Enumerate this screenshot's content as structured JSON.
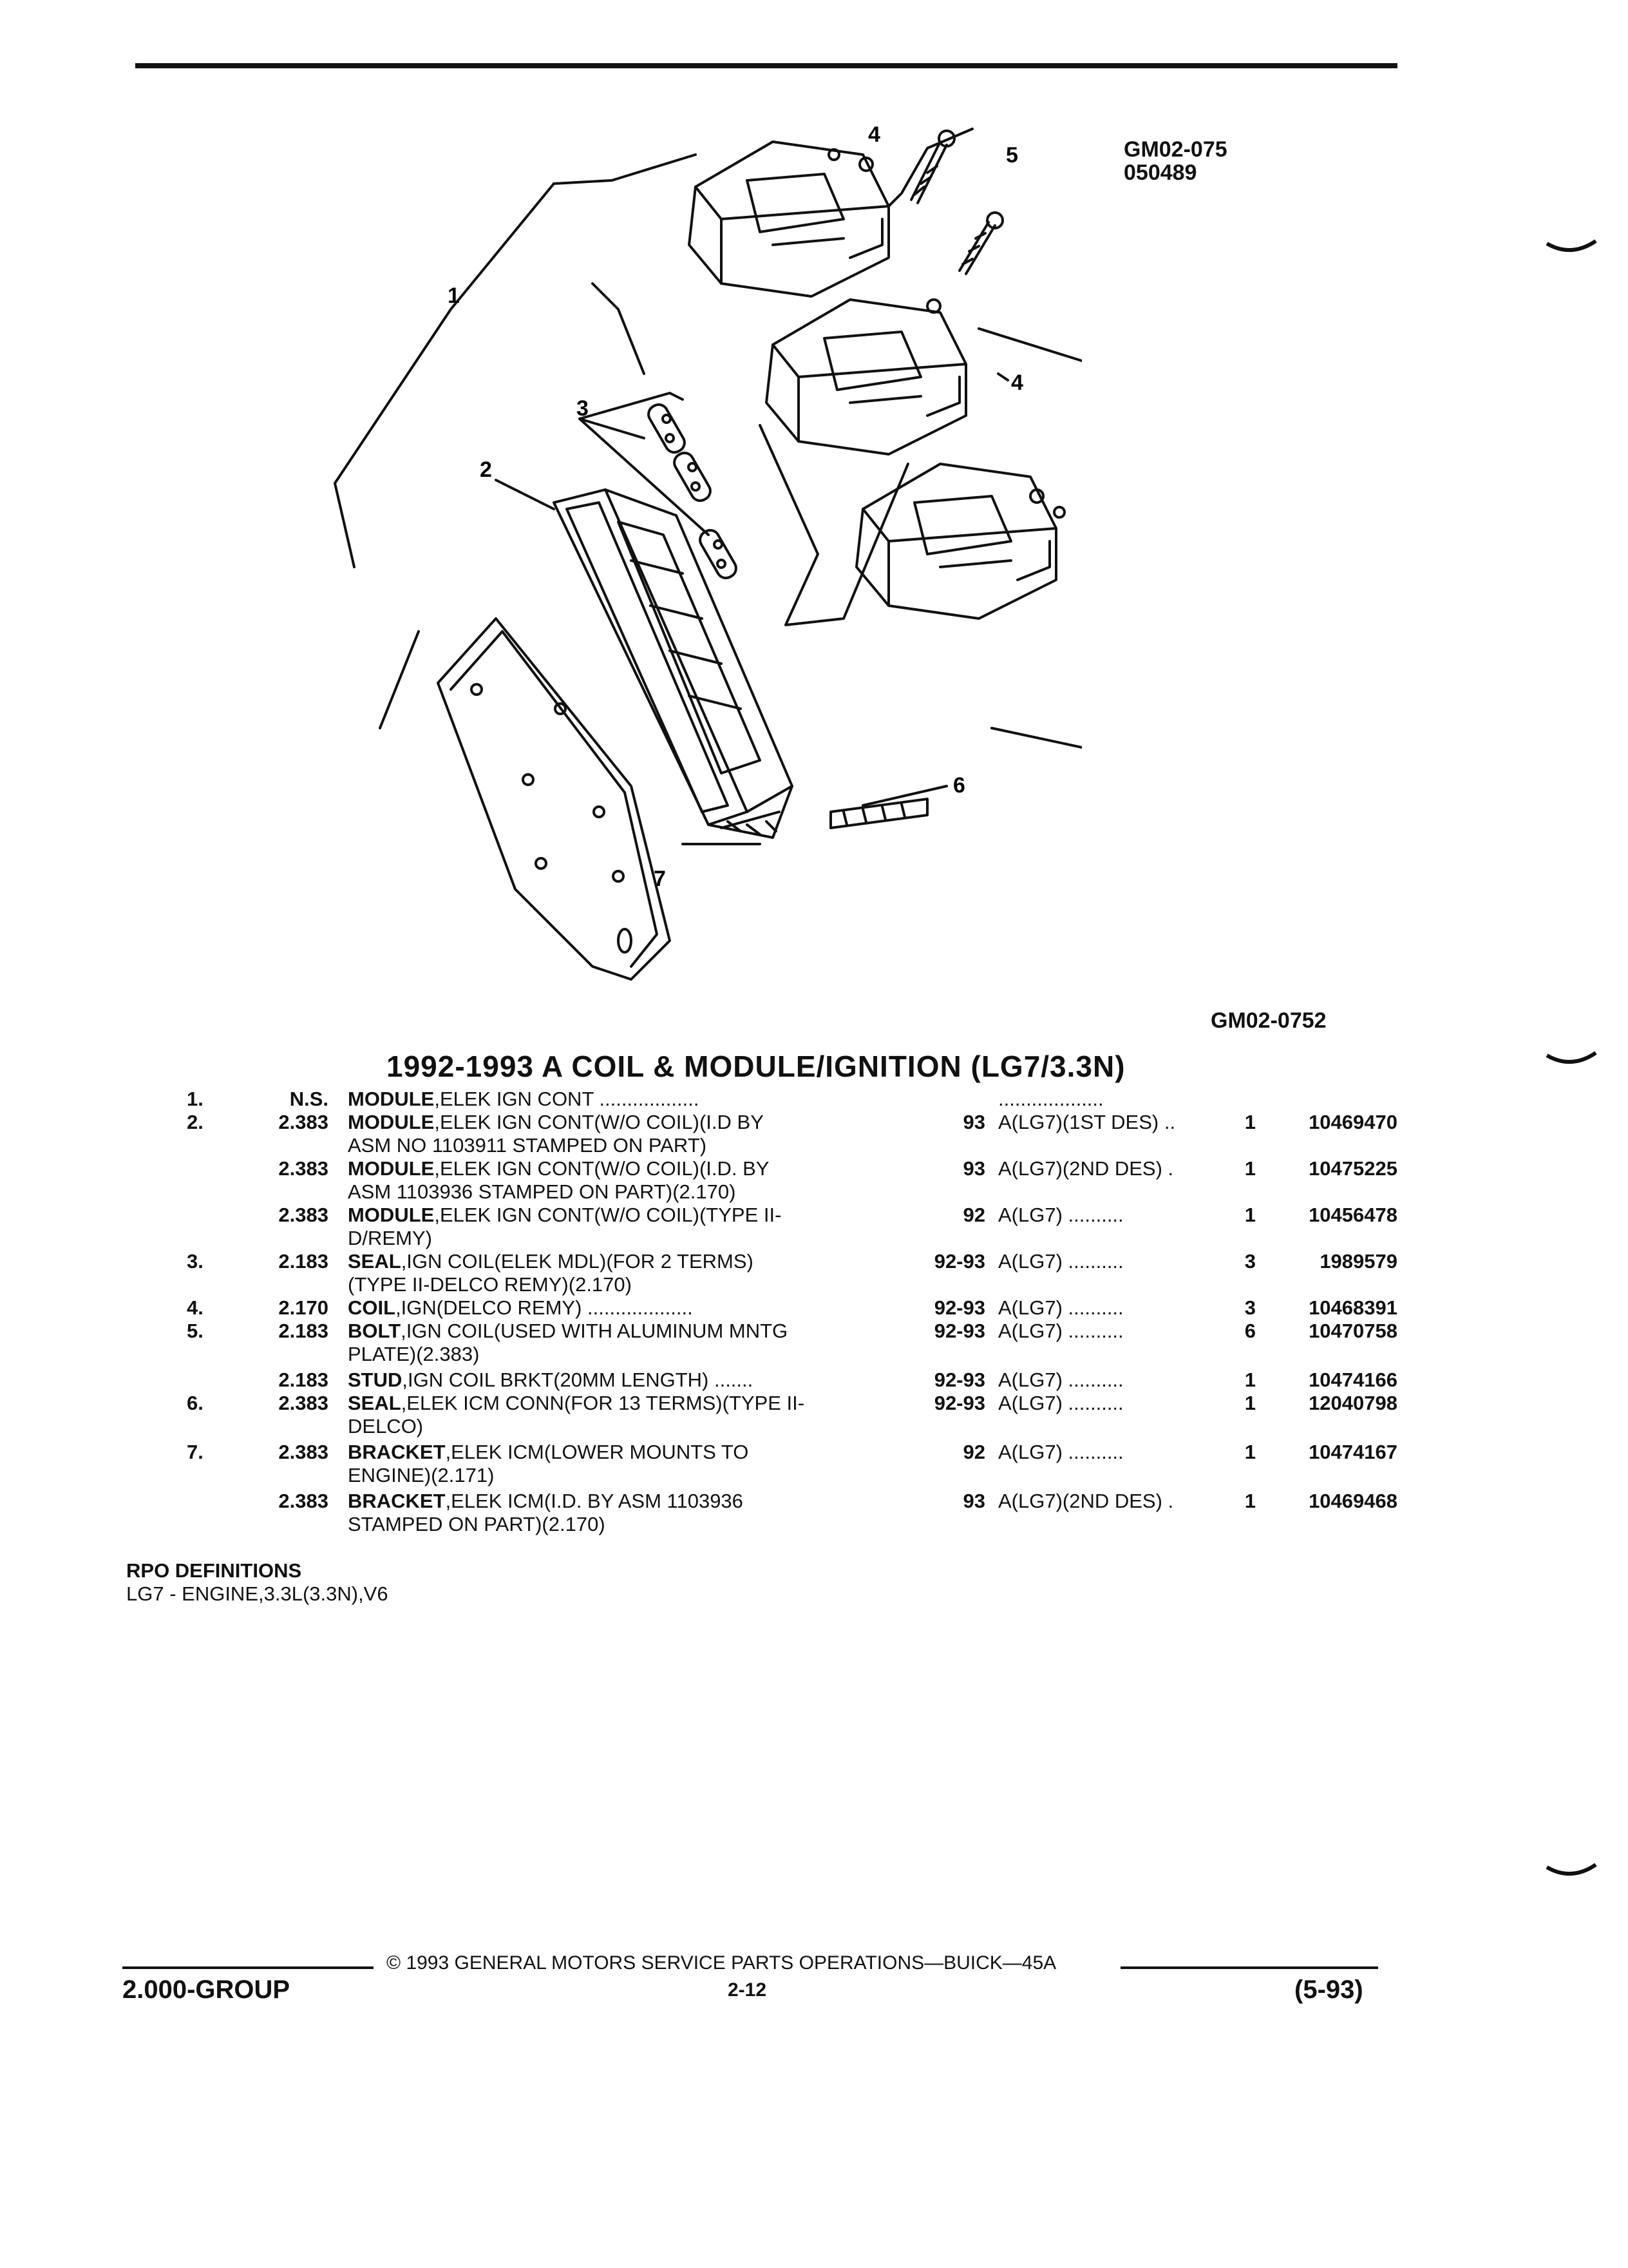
{
  "figure": {
    "ref_top": [
      "GM02-075",
      "050489"
    ],
    "ref_bottom": "GM02-0752",
    "callouts": [
      "1",
      "2",
      "3",
      "4",
      "4",
      "5",
      "6",
      "7"
    ]
  },
  "title": "1992-1993 A COIL & MODULE/IGNITION (LG7/3.3N)",
  "parts": [
    {
      "item": "1.",
      "group": "N.S.",
      "name": "MODULE",
      "desc": ",ELEK IGN CONT",
      "desc2": "",
      "year": "",
      "app": "",
      "qty": "",
      "pn": "",
      "lead": " ..................",
      "applead": "..................."
    },
    {
      "item": "2.",
      "group": "2.383",
      "name": "MODULE",
      "desc": ",ELEK IGN CONT(W/O COIL)(I.D BY",
      "desc2": "ASM NO 1103911 STAMPED ON PART)",
      "year": "93",
      "app": "A(LG7)(1ST DES)",
      "qty": "1",
      "pn": "10469470",
      "lead": "",
      "applead": " .."
    },
    {
      "item": "",
      "group": "2.383",
      "name": "MODULE",
      "desc": ",ELEK IGN CONT(W/O COIL)(I.D. BY",
      "desc2": "ASM 1103936 STAMPED ON PART)(2.170)",
      "year": "93",
      "app": "A(LG7)(2ND DES)",
      "qty": "1",
      "pn": "10475225",
      "lead": "",
      "applead": " ."
    },
    {
      "item": "",
      "group": "2.383",
      "name": "MODULE",
      "desc": ",ELEK IGN CONT(W/O COIL)(TYPE II-",
      "desc2": "D/REMY)",
      "year": "92",
      "app": "A(LG7)",
      "qty": "1",
      "pn": "10456478",
      "lead": "",
      "applead": " .........."
    },
    {
      "item": "3.",
      "group": "2.183",
      "name": "SEAL",
      "desc": ",IGN COIL(ELEK MDL)(FOR 2 TERMS)",
      "desc2": "(TYPE II-DELCO REMY)(2.170)",
      "year": "92-93",
      "app": "A(LG7)",
      "qty": "3",
      "pn": "1989579",
      "lead": "",
      "applead": " .........."
    },
    {
      "item": "4.",
      "group": "2.170",
      "name": "COIL",
      "desc": ",IGN(DELCO REMY)",
      "desc2": "",
      "year": "92-93",
      "app": "A(LG7)",
      "qty": "3",
      "pn": "10468391",
      "lead": " ...................",
      "applead": " .........."
    },
    {
      "item": "5.",
      "group": "2.183",
      "name": "BOLT",
      "desc": ",IGN COIL(USED WITH ALUMINUM MNTG",
      "desc2": "PLATE)(2.383)",
      "year": "92-93",
      "app": "A(LG7)",
      "qty": "6",
      "pn": "10470758",
      "lead": "",
      "applead": " .........."
    },
    {
      "item": "",
      "group": "2.183",
      "name": "STUD",
      "desc": ",IGN COIL BRKT(20MM LENGTH)",
      "desc2": "",
      "year": "92-93",
      "app": "A(LG7)",
      "qty": "1",
      "pn": "10474166",
      "lead": " .......",
      "applead": " .........."
    },
    {
      "item": "6.",
      "group": "2.383",
      "name": "SEAL",
      "desc": ",ELEK ICM CONN(FOR 13 TERMS)(TYPE II-",
      "desc2": "DELCO)",
      "year": "92-93",
      "app": "A(LG7)",
      "qty": "1",
      "pn": "12040798",
      "lead": "",
      "applead": " .........."
    },
    {
      "item": "7.",
      "group": "2.383",
      "name": "BRACKET",
      "desc": ",ELEK ICM(LOWER MOUNTS TO",
      "desc2": "ENGINE)(2.171)",
      "year": "92",
      "app": "A(LG7)",
      "qty": "1",
      "pn": "10474167",
      "lead": "",
      "applead": " .........."
    },
    {
      "item": "",
      "group": "2.383",
      "name": "BRACKET",
      "desc": ",ELEK ICM(I.D. BY ASM 1103936",
      "desc2": "STAMPED ON PART)(2.170)",
      "year": "93",
      "app": "A(LG7)(2ND DES)",
      "qty": "1",
      "pn": "10469468",
      "lead": "",
      "applead": " ."
    }
  ],
  "rpo": {
    "heading": "RPO DEFINITIONS",
    "items": [
      "LG7 - ENGINE,3.3L(3.3N),V6"
    ]
  },
  "footer": {
    "copyright": "© 1993 GENERAL MOTORS SERVICE PARTS OPERATIONS—BUICK—45A",
    "page": "2-12",
    "group": "2.000-GROUP",
    "revision": "(5-93)"
  }
}
